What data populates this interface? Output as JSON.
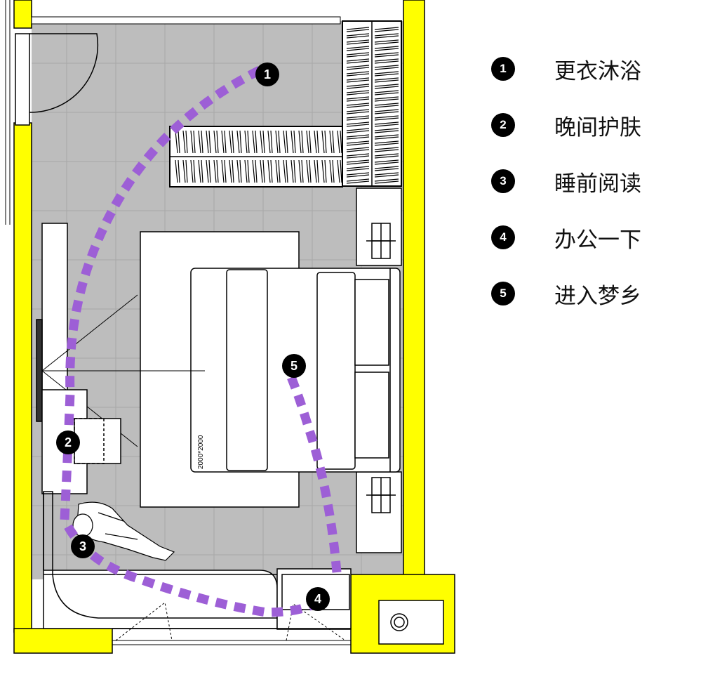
{
  "bed_size_label": "2000*2000",
  "colors": {
    "wall": "#ffff00",
    "floor": "#bdbdbd",
    "route": "#9d5fd6"
  },
  "route_markers": [
    {
      "number": "1",
      "step": 1
    },
    {
      "number": "2",
      "step": 2
    },
    {
      "number": "3",
      "step": 3
    },
    {
      "number": "4",
      "step": 4
    },
    {
      "number": "5",
      "step": 5
    }
  ],
  "legend": [
    {
      "number": "1",
      "label": "更衣沐浴"
    },
    {
      "number": "2",
      "label": "晚间护肤"
    },
    {
      "number": "3",
      "label": "睡前阅读"
    },
    {
      "number": "4",
      "label": "办公一下"
    },
    {
      "number": "5",
      "label": "进入梦乡"
    }
  ]
}
